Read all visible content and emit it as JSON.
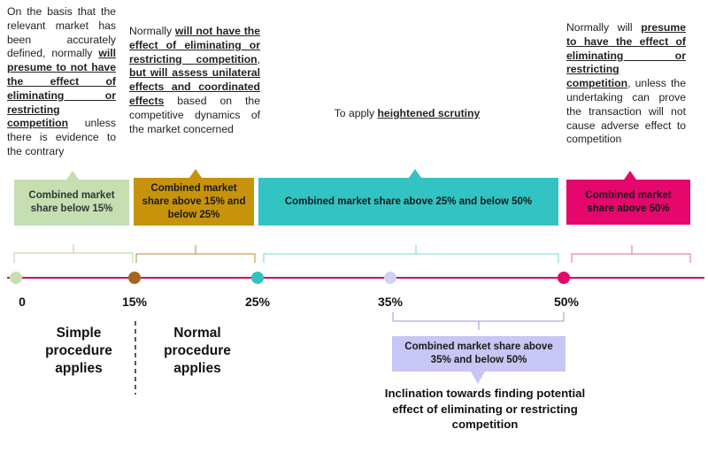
{
  "descriptions": {
    "a": {
      "t1": "On the basis that the relevant market has been accurately defined, normally ",
      "t2": "will presume to not have the effect of eliminating or restricting competition",
      "t3": " unless there is evidence to the contrary"
    },
    "b": {
      "t1": "Normally ",
      "t2": "will not have the effect of eliminating or restricting competition",
      "t3": ", ",
      "t4": "but will assess unilateral effects and coordinated effects",
      "t5": " based on the competitive dynamics of the market concerned"
    },
    "c": {
      "t1": "To apply ",
      "t2": "heightened scrutiny"
    },
    "d": {
      "t1": "Normally will ",
      "t2": "presume to have the effect of eliminating or restricting competition",
      "t3": ", unless the undertaking can prove the transaction will not cause adverse effect to competition"
    }
  },
  "boxes": {
    "below15": "Combined market share below 15%",
    "between15and25": "Combined market share above 15% and below 25%",
    "between25and50": "Combined market share above 25% and below 50%",
    "above50": "Combined market share above 50%",
    "between35and50": "Combined market share above 35% and below 50%"
  },
  "axis": {
    "labels": [
      "0",
      "15%",
      "25%",
      "35%",
      "50%"
    ]
  },
  "regimes": {
    "simple": "Simple procedure applies",
    "normal": "Normal procedure applies"
  },
  "bottom_text": "Inclination towards finding potential effect of eliminating or restricting competition",
  "colors": {
    "axis_line": "#cc0a6f",
    "green": "#c5dfb3",
    "brown": "#c7930a",
    "teal": "#33c3c3",
    "magenta": "#e5076b",
    "lavender": "#c7c6f4"
  }
}
